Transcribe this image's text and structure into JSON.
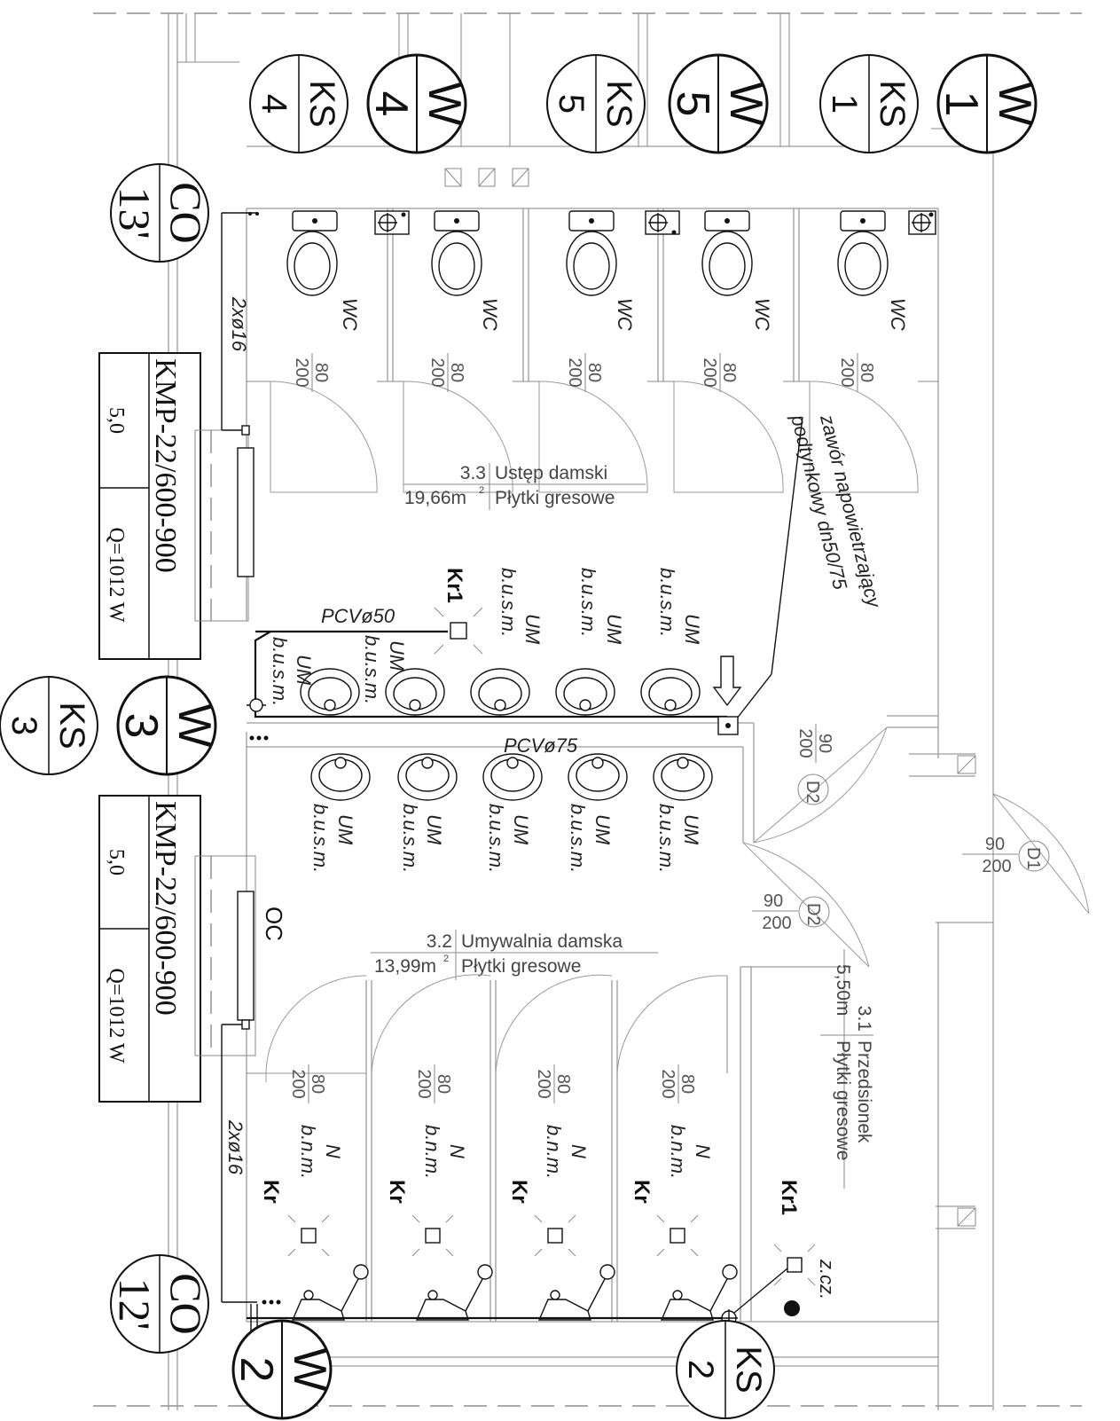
{
  "rooms": {
    "ustep": {
      "number": "3.3",
      "name": "Ustęp damski",
      "area": "19,66m",
      "finish": "Płytki gresowe"
    },
    "umywalnia": {
      "number": "3.2",
      "name": "Umywalnia damska",
      "area": "13,99m",
      "finish": "Płytki gresowe"
    },
    "przedsionek": {
      "number": "3.1",
      "name": "Przedsionek",
      "area": "5,50m",
      "finish": "Płytki gresowe"
    },
    "area_sup": "2"
  },
  "markers": {
    "ks4": [
      "KS",
      "4"
    ],
    "w4": [
      "W",
      "4"
    ],
    "ks5": [
      "KS",
      "5"
    ],
    "w5": [
      "W",
      "5"
    ],
    "ks1": [
      "KS",
      "1"
    ],
    "w1": [
      "W",
      "1"
    ],
    "ks3": [
      "KS",
      "3"
    ],
    "w3": [
      "W",
      "3"
    ],
    "w2": [
      "W",
      "2"
    ],
    "ks2": [
      "KS",
      "2"
    ],
    "co13": [
      "CO",
      "13'"
    ],
    "co12": [
      "CO",
      "12'"
    ]
  },
  "radiators": {
    "top": {
      "model": "KMP-22/600-900",
      "value": "5,0",
      "power": "Q=1012 W"
    },
    "bottom": {
      "model": "KMP-22/600-900",
      "value": "5,0",
      "power": "Q=1012 W"
    }
  },
  "labels": {
    "wc": "WC",
    "door80": [
      "80",
      "200"
    ],
    "door90": [
      "90",
      "200"
    ],
    "um": "UM",
    "busm": "b.u.s.m.",
    "n": "N",
    "bnm": "b.n.m.",
    "kr": "Kr",
    "kr1": "Kr1",
    "pcv50": "PCVø50",
    "pcv75": "PCVø75",
    "pipe16": "2xø16",
    "valve1": "zawór napowietrzający",
    "valve2": "podtynkowy dn50/75",
    "d1": "D1",
    "d2": "D2",
    "oc": "OC",
    "zcz": "z.cz."
  }
}
